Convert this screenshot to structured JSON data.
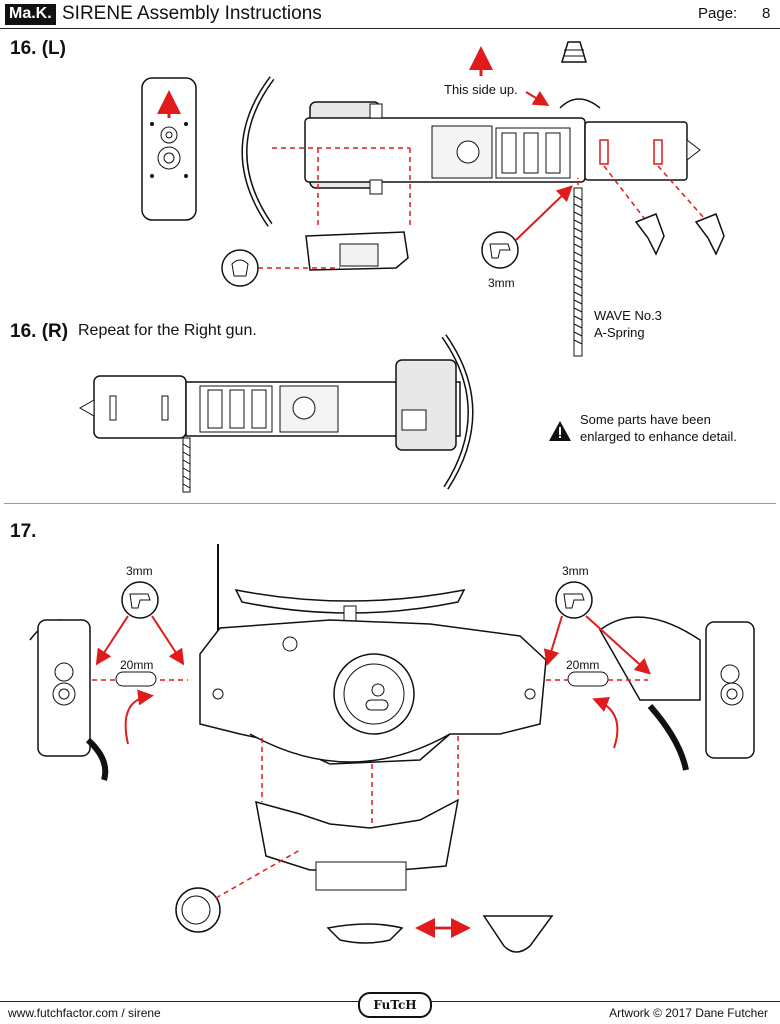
{
  "header": {
    "brand": "Ma.K.",
    "title": "SIRENE Assembly Instructions",
    "page_label": "Page:",
    "page_number": "8"
  },
  "step16L": {
    "label": "16. (L)",
    "side_up": "This side up.",
    "drill_size": "3mm"
  },
  "spring": {
    "line1": "WAVE No.3",
    "line2": "A-Spring"
  },
  "step16R": {
    "label": "16. (R)",
    "note": "Repeat for the Right gun."
  },
  "warning": {
    "line1": "Some parts have been",
    "line2": "enlarged to enhance detail."
  },
  "step17": {
    "label": "17.",
    "left_drill": "3mm",
    "right_drill": "3mm",
    "left_pin": "20mm",
    "right_pin": "20mm"
  },
  "footer": {
    "url": "www.futchfactor.com / sirene",
    "logo": "FuTcH",
    "credit": "Artwork © 2017 Dane Futcher"
  },
  "colors": {
    "arrow_red": "#e01b1b",
    "line": "#111111",
    "fill": "#ffffff",
    "shade": "#d9d9d9"
  }
}
